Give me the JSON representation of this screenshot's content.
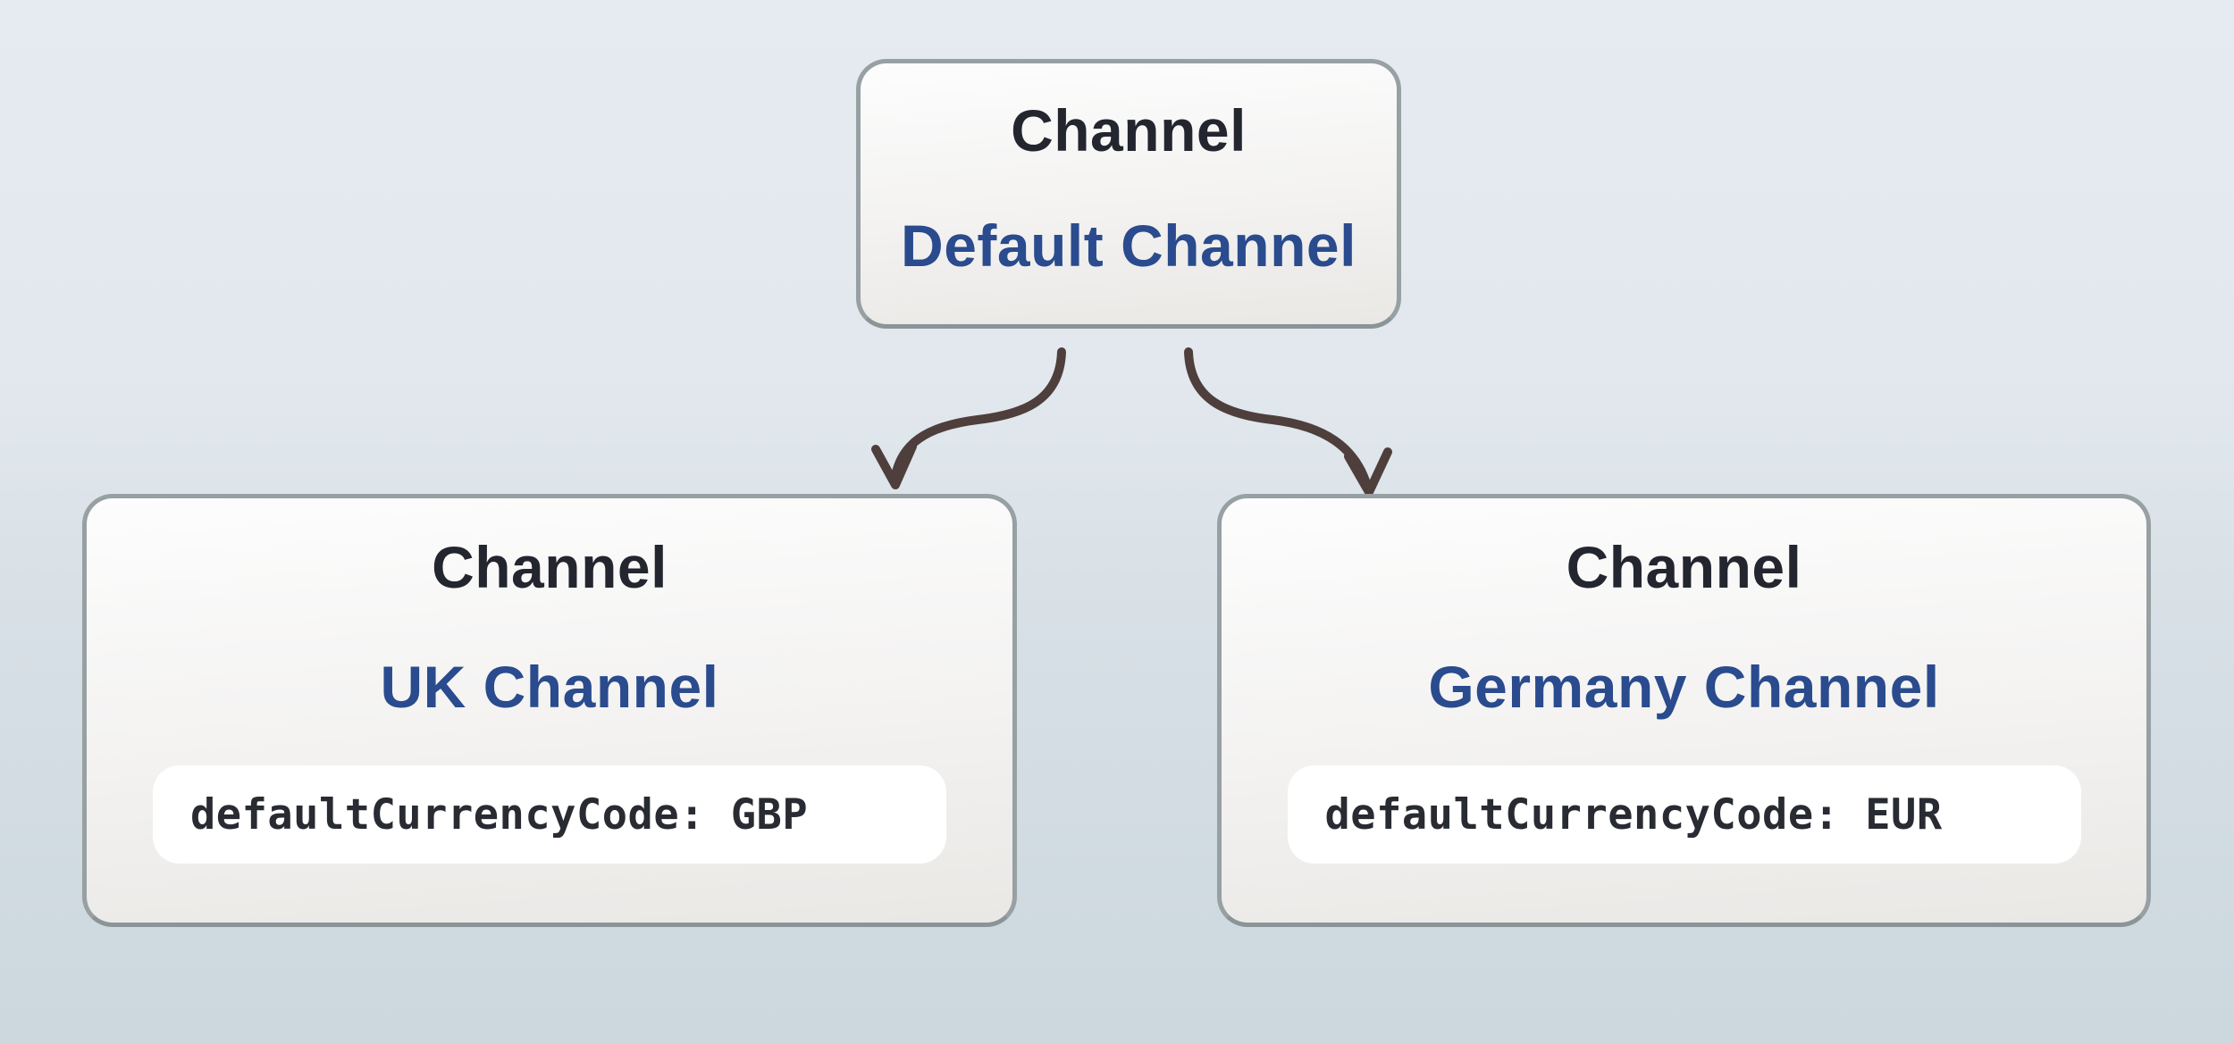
{
  "diagram": {
    "kind": "flowchart",
    "direction": "top-down",
    "description": "Channel hierarchy: a default channel with two child channels"
  },
  "nodes": [
    {
      "id": "default-channel",
      "type_label": "Channel",
      "name": "Default Channel"
    },
    {
      "id": "uk-channel",
      "type_label": "Channel",
      "name": "UK Channel",
      "attribute": "defaultCurrencyCode: GBP"
    },
    {
      "id": "germany-channel",
      "type_label": "Channel",
      "name": "Germany Channel",
      "attribute": "defaultCurrencyCode: EUR"
    }
  ],
  "edges": [
    {
      "from": "Default Channel",
      "to": "UK Channel"
    },
    {
      "from": "Default Channel",
      "to": "Germany Channel"
    }
  ],
  "colors": {
    "background_top": "#e6ebf1",
    "background_bottom": "#ccd7de",
    "node_fill_top": "#fdfdfd",
    "node_fill_bottom": "#e9e8e5",
    "node_border": "#97a0a3",
    "type_label_text": "#23262f",
    "name_text": "#2a4b8d",
    "attribute_pill_background": "#ffffff",
    "attribute_text": "#282b32",
    "arrow": "#4e3f3c"
  }
}
